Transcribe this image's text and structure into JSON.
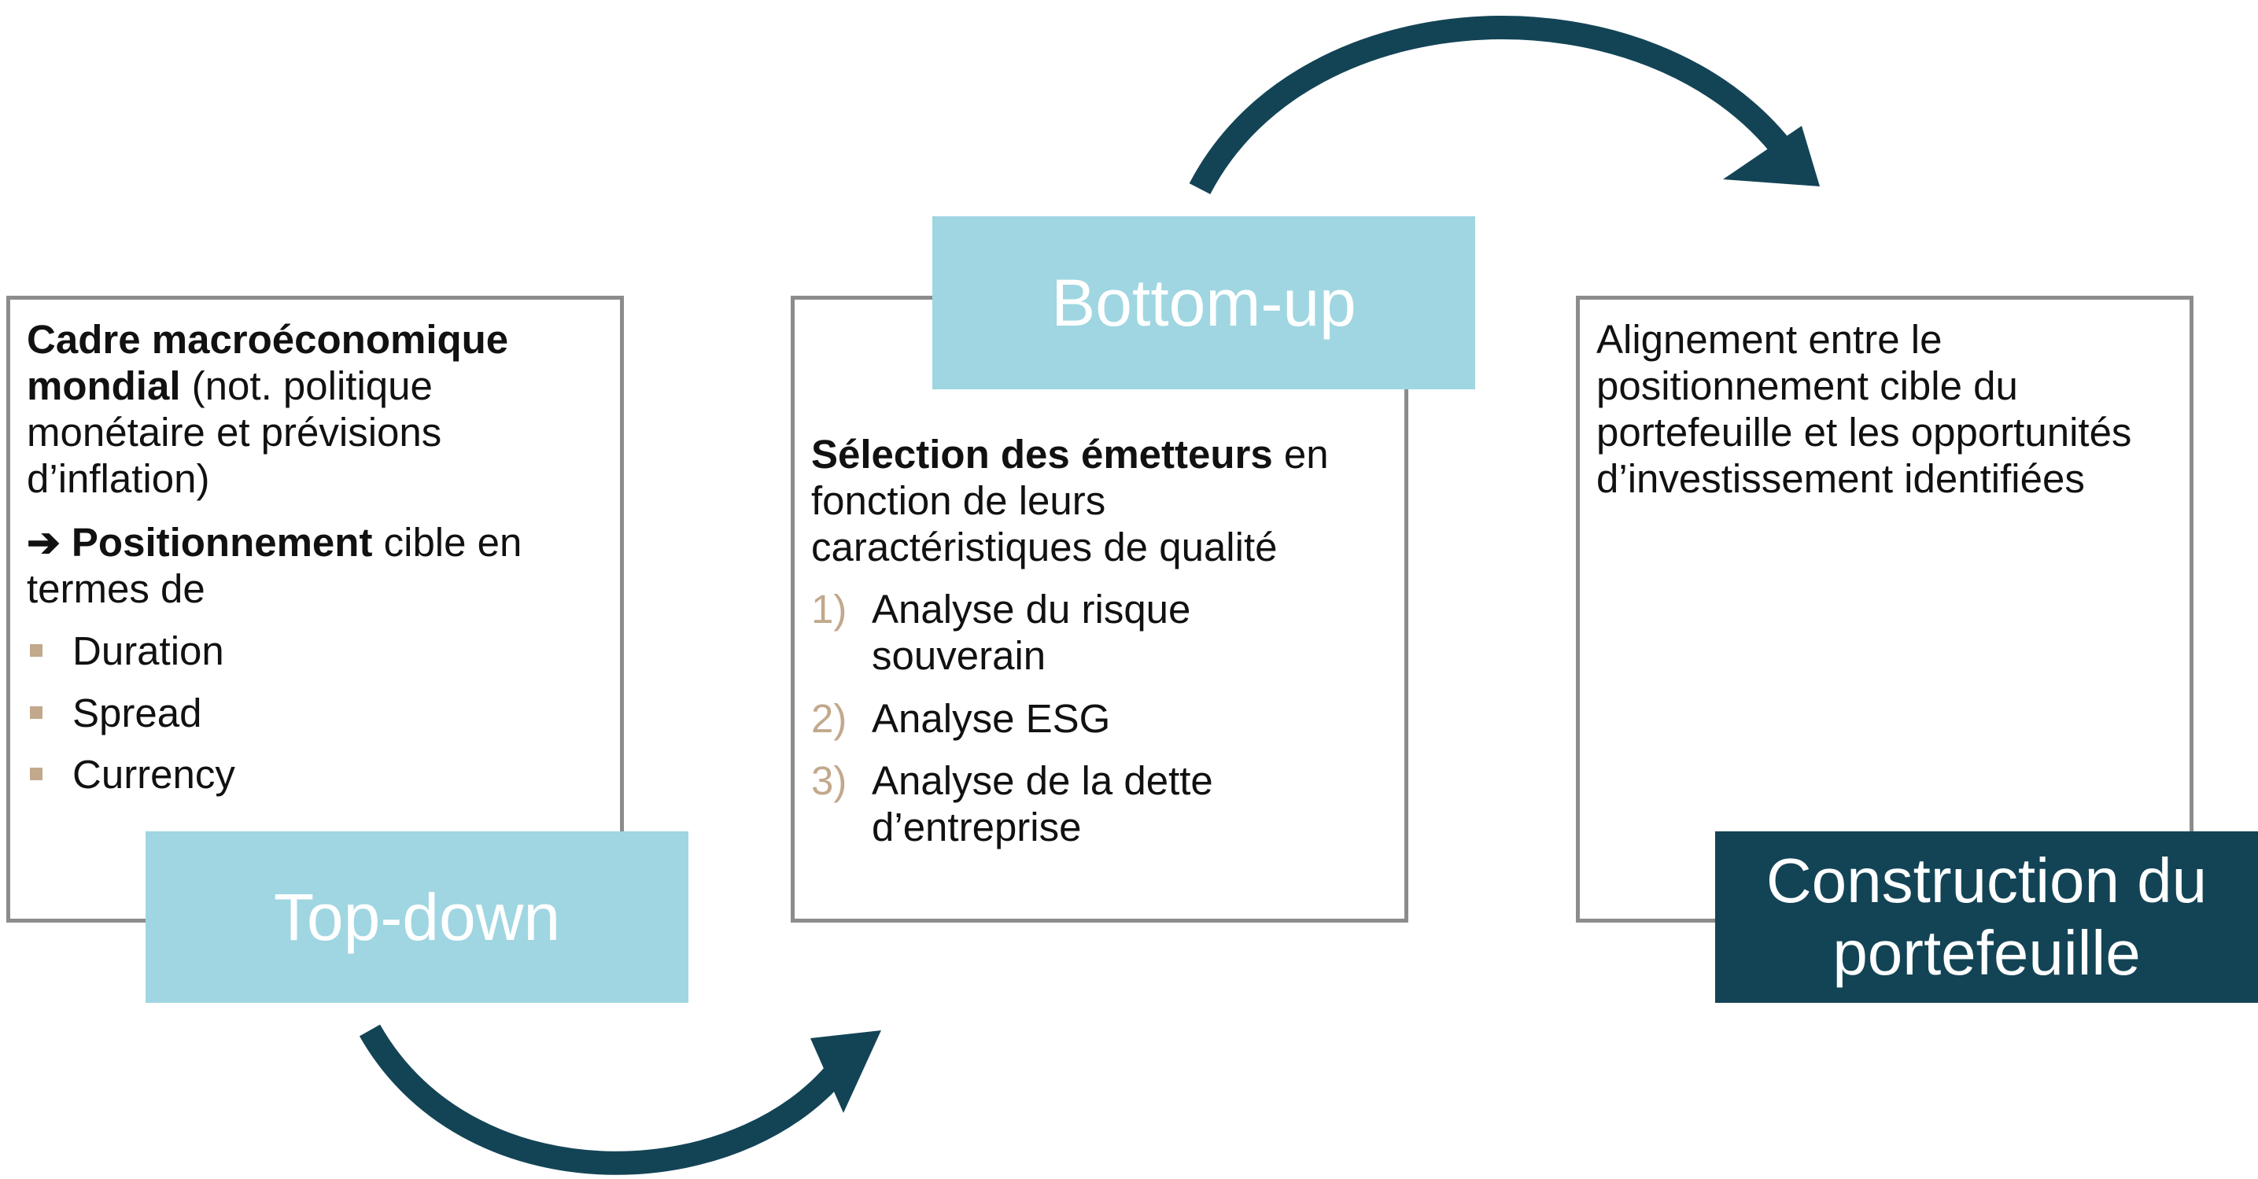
{
  "box1": {
    "bold_lead": "Cadre macroéconomique mondial",
    "lead_rest": " (not. politique monétaire et prévisions d’inflation)",
    "arrow_glyph": "➔",
    "target_bold": "Positionnement",
    "target_rest": " cible en termes de",
    "bullets": [
      "Duration",
      "Spread",
      "Currency"
    ],
    "label": "Top-down"
  },
  "box2": {
    "bold_lead": "Sélection des émetteurs",
    "lead_rest": " en fonction de leurs caractéristiques de qualité",
    "items": [
      {
        "num": "1)",
        "line1": "Analyse du risque",
        "line2": "souverain"
      },
      {
        "num": "2)",
        "line1": "Analyse ESG",
        "line2": ""
      },
      {
        "num": "3)",
        "line1": "Analyse de la dette",
        "line2": "d’entreprise"
      }
    ],
    "label": "Bottom-up"
  },
  "box3": {
    "text": "Alignement entre le positionnement cible du portefeuille et les opportunités d’investissement identifiées",
    "label_line1": "Construction du",
    "label_line2": "portefeuille"
  },
  "colors": {
    "light_label": "#9fd6e1",
    "dark_label": "#134456",
    "arrow": "#134456",
    "bullet": "#c2a98c",
    "border": "#8c8c8c"
  }
}
